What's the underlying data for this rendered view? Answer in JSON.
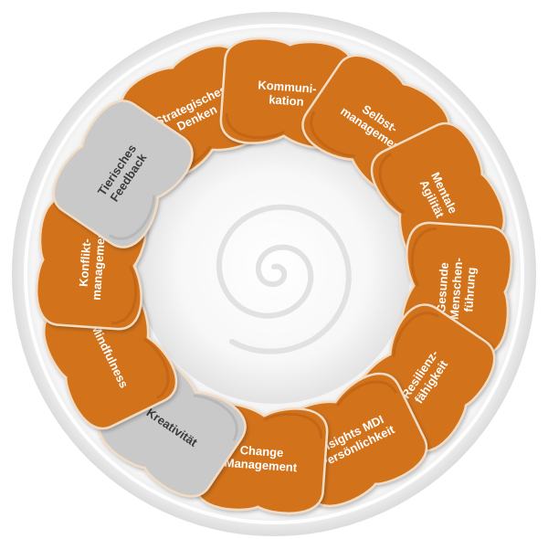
{
  "segments": [
    {
      "id": "strategisches-denken",
      "lines": [
        "Strategisches",
        "Denken"
      ],
      "color": "orange"
    },
    {
      "id": "kommunikation",
      "lines": [
        "Kommuni-",
        "kation"
      ],
      "color": "orange"
    },
    {
      "id": "selbstmanagement",
      "lines": [
        "Selbst-",
        "management"
      ],
      "color": "orange"
    },
    {
      "id": "mentale-agilitaet",
      "lines": [
        "Mentale",
        "Agilität"
      ],
      "color": "orange"
    },
    {
      "id": "gesunde-menschenfuehrung",
      "lines": [
        "Gesunde",
        "Menschen-",
        "führung"
      ],
      "color": "orange"
    },
    {
      "id": "resilienzfaehigkeit",
      "lines": [
        "Resilienz-",
        "fähigkeit"
      ],
      "color": "orange"
    },
    {
      "id": "insights-mdi",
      "lines": [
        "Insights MDI",
        "Persönlichkeit"
      ],
      "color": "orange"
    },
    {
      "id": "change-management",
      "lines": [
        "Change",
        "Management"
      ],
      "color": "orange"
    },
    {
      "id": "kreativitaet",
      "lines": [
        "Kreativität"
      ],
      "color": "gray"
    },
    {
      "id": "mindfulness",
      "lines": [
        "Mindfulness"
      ],
      "color": "orange"
    },
    {
      "id": "konfliktmanagement",
      "lines": [
        "Konflikt-",
        "management"
      ],
      "color": "orange"
    },
    {
      "id": "tierisches-feedback",
      "lines": [
        "Tierisches",
        "Feedback"
      ],
      "color": "gray"
    }
  ],
  "colors": {
    "orange": "#d2731e",
    "orange_dark": "#b45a10",
    "gray": "#c9c9c9",
    "gray_dark": "#a8a8a8",
    "outline": "#f3dcc4",
    "text_light": "#ffffff",
    "text_dark": "#3a3a3a"
  }
}
